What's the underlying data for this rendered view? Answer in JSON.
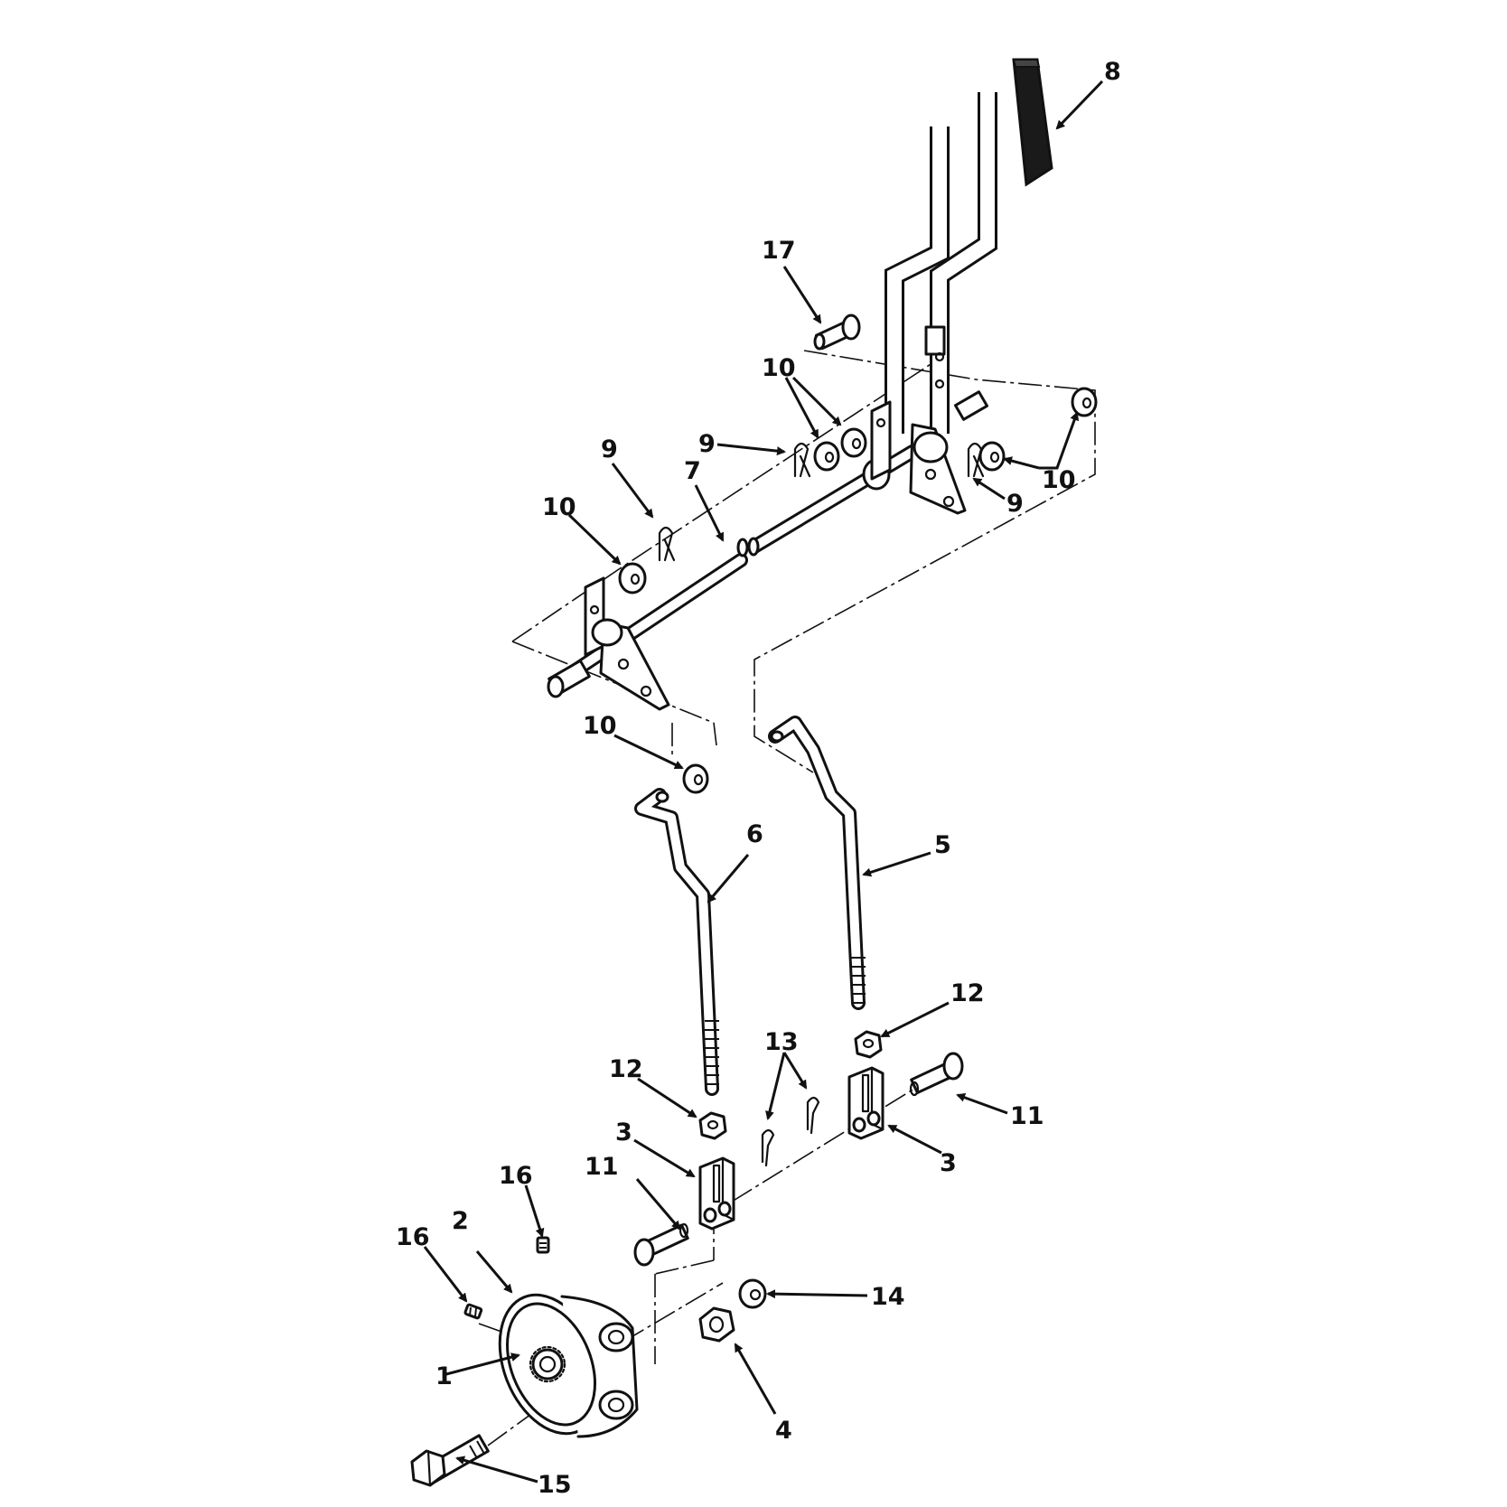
{
  "colors": {
    "line": "#111111",
    "background": "#ffffff",
    "pad": "#1a1a1a"
  },
  "callouts": [
    {
      "id": "c1",
      "label": "1"
    },
    {
      "id": "c2",
      "label": "2"
    },
    {
      "id": "c3a",
      "label": "3"
    },
    {
      "id": "c3b",
      "label": "3"
    },
    {
      "id": "c4",
      "label": "4"
    },
    {
      "id": "c5",
      "label": "5"
    },
    {
      "id": "c6",
      "label": "6"
    },
    {
      "id": "c7",
      "label": "7"
    },
    {
      "id": "c8",
      "label": "8"
    },
    {
      "id": "c9a",
      "label": "9"
    },
    {
      "id": "c9b",
      "label": "9"
    },
    {
      "id": "c9c",
      "label": "9"
    },
    {
      "id": "c10a",
      "label": "10"
    },
    {
      "id": "c10b",
      "label": "10"
    },
    {
      "id": "c10c",
      "label": "10"
    },
    {
      "id": "c10d",
      "label": "10"
    },
    {
      "id": "c11a",
      "label": "11"
    },
    {
      "id": "c11b",
      "label": "11"
    },
    {
      "id": "c12a",
      "label": "12"
    },
    {
      "id": "c12b",
      "label": "12"
    },
    {
      "id": "c13",
      "label": "13"
    },
    {
      "id": "c14",
      "label": "14"
    },
    {
      "id": "c15",
      "label": "15"
    },
    {
      "id": "c16a",
      "label": "16"
    },
    {
      "id": "c16b",
      "label": "16"
    },
    {
      "id": "c17",
      "label": "17"
    }
  ]
}
